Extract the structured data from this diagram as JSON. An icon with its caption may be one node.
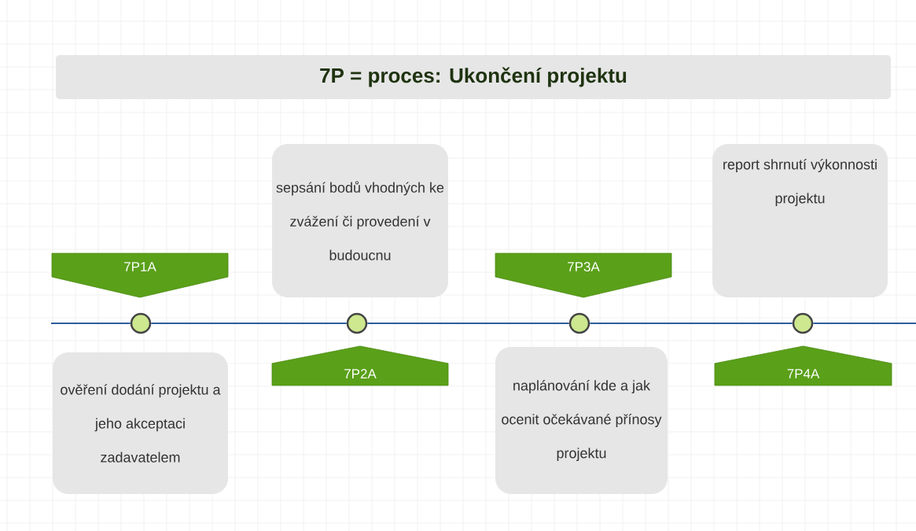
{
  "diagram": {
    "title": "7P = proces: Ukončení projektu",
    "nodes": [
      {
        "text": [
          "7P1A"
        ]
      },
      {
        "text": [],
        "shape": "circle"
      },
      {
        "text": [
          "ověření dodání projektu a jeho akceptaci zadavatelem"
        ]
      },
      {
        "text": [
          "sepsání bodů vhodných ke zvážení či provedení v budoucnu"
        ]
      },
      {
        "text": [],
        "shape": "circle"
      },
      {
        "text": [
          "7P2A"
        ]
      },
      {
        "text": [
          "7P3A"
        ]
      },
      {
        "text": [],
        "shape": "circle"
      },
      {
        "text": [
          "naplánování kde a jak ocenit očekávané přínosy projektu"
        ]
      },
      {
        "text": [
          "report shrnutí výkonnosti projektu"
        ]
      },
      {
        "text": [],
        "shape": "circle"
      },
      {
        "text": [
          "7P4A"
        ]
      }
    ],
    "edges": [
      {
        "from": null,
        "to": 1,
        "arrow": "none"
      },
      {
        "from": 1,
        "to": 4,
        "arrow": "none"
      },
      {
        "from": 4,
        "to": 7,
        "arrow": "none"
      },
      {
        "from": 7,
        "to": 10,
        "arrow": "none"
      },
      {
        "from": 10,
        "to": null,
        "arrow": "none"
      }
    ]
  }
}
